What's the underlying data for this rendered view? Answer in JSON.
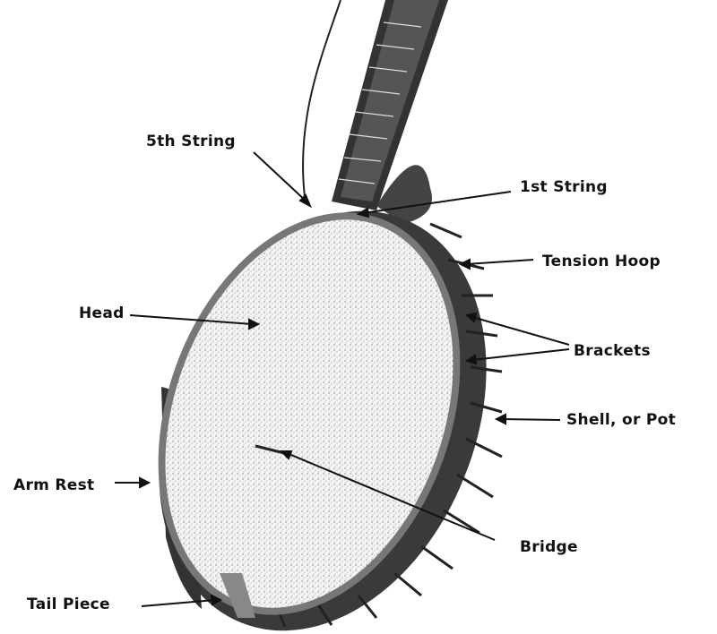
{
  "labels": {
    "fifth_string": "5th String",
    "first_string": "1st String",
    "tension_hoop": "Tension Hoop",
    "head": "Head",
    "brackets": "Brackets",
    "shell": "Shell, or Pot",
    "arm_rest": "Arm Rest",
    "bridge": "Bridge",
    "tail_piece": "Tail Piece"
  }
}
